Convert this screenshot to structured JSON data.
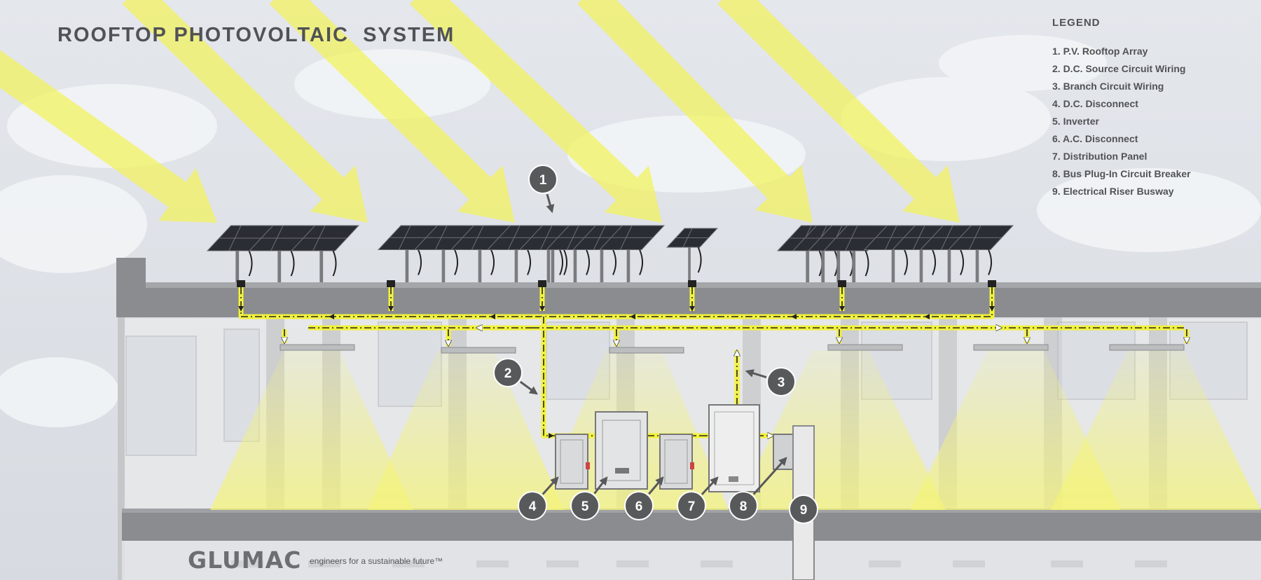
{
  "title": "ROOFTOP PHOTOVOLTAIC  SYSTEM",
  "legend": {
    "title": "LEGEND",
    "items": [
      "1. P.V. Rooftop Array",
      "2. D.C. Source Circuit Wiring",
      "3. Branch Circuit Wiring",
      "4. D.C. Disconnect",
      "5. Inverter",
      "6. A.C. Disconnect",
      "7. Distribution Panel",
      "8. Bus Plug-In Circuit Breaker",
      "9. Electrical Riser Busway"
    ]
  },
  "callouts": [
    "1",
    "2",
    "3",
    "4",
    "5",
    "6",
    "7",
    "8",
    "9"
  ],
  "brand": {
    "logo": "GLUMAC",
    "tagline": "engineers for a sustainable future™"
  },
  "colors": {
    "sunlight": "#f3f35a",
    "wire": "#f2f23c",
    "structure": "#8b8c8f",
    "callout": "#58595b",
    "text": "#505256"
  }
}
